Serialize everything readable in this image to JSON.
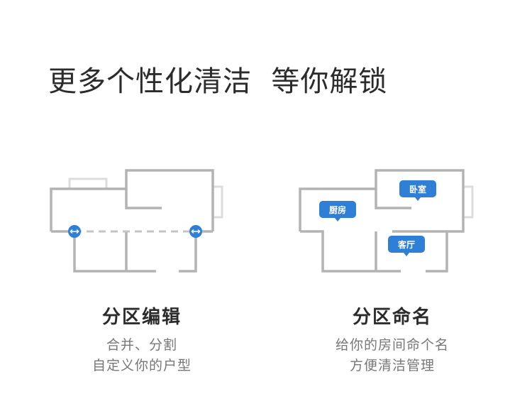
{
  "headline": "更多个性化清洁  等你解锁",
  "features": [
    {
      "title": "分区编辑",
      "description_lines": [
        "合并、分割",
        "自定义你的户型"
      ]
    },
    {
      "title": "分区命名",
      "description_lines": [
        "给你的房间命个名",
        "方便清洁管理"
      ],
      "room_tags": [
        "厨房",
        "卧室",
        "客厅"
      ]
    }
  ],
  "colors": {
    "wall": "#b3b3b3",
    "wall_light": "#dcdcdc",
    "accent": "#2f7fd6",
    "accent_dark": "#1f63b3"
  }
}
